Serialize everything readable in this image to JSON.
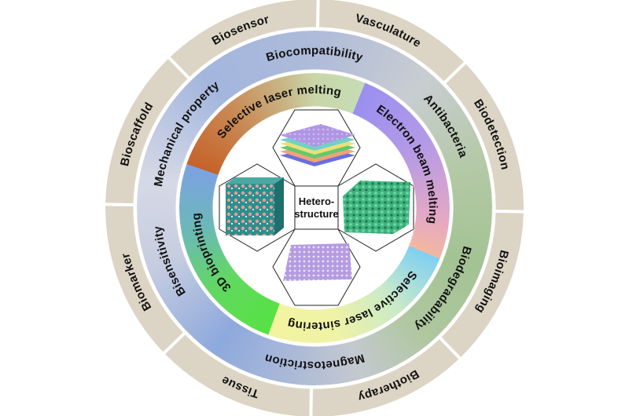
{
  "outer_ring": {
    "color": "#dcd4c4",
    "labels": [
      {
        "text": "Biosensor",
        "angle": 337.5
      },
      {
        "text": "Vasculature",
        "angle": 22.5
      },
      {
        "text": "Biodetection",
        "angle": 67.5
      },
      {
        "text": "Bioimaging",
        "angle": 112.5
      },
      {
        "text": "Biotherapy",
        "angle": 157.5
      },
      {
        "text": "Tissue",
        "angle": 202.5
      },
      {
        "text": "Biomarker",
        "angle": 247.5
      },
      {
        "text": "Bioscaffold",
        "angle": 292.5
      }
    ]
  },
  "middle_ring": {
    "labels": [
      {
        "text": "Biocompatibility",
        "angle": 0
      },
      {
        "text": "Antibacteria",
        "angle": 58
      },
      {
        "text": "Biodegradability",
        "angle": 122
      },
      {
        "text": "Magnetostriction",
        "angle": 180
      },
      {
        "text": "Bisensitivity",
        "angle": 250
      },
      {
        "text": "Mechanical property",
        "angle": 300
      }
    ]
  },
  "inner_ring": {
    "labels": [
      {
        "text": "Selective laser melting",
        "angle": 340
      },
      {
        "text": "Electron beam melting",
        "angle": 65
      },
      {
        "text": "Selective laser sintering",
        "angle": 158
      },
      {
        "text": "3D bioprinting",
        "angle": 247
      }
    ]
  },
  "center": {
    "line1": "Hetero-",
    "line2": "structure"
  }
}
